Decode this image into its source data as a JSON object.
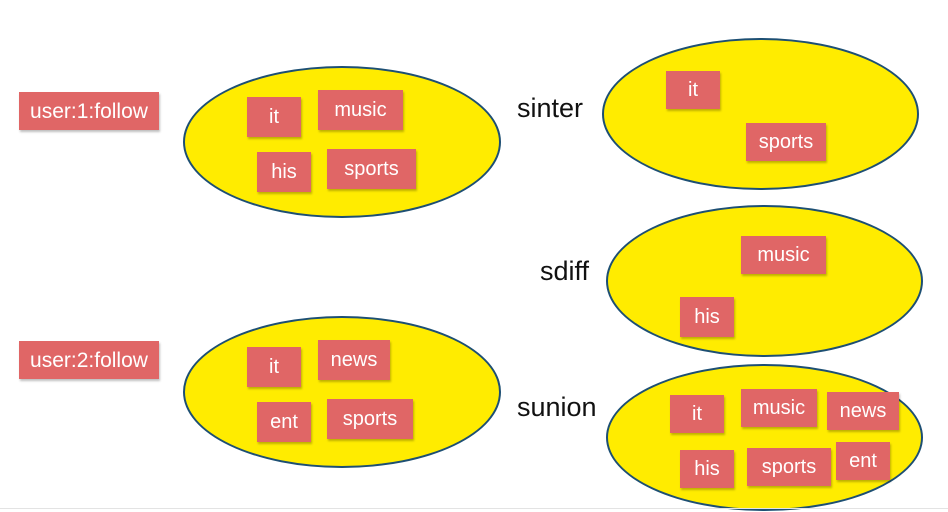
{
  "colors": {
    "set_fill": "#ffec00",
    "set_border": "#1d4f73",
    "tag_fill": "#e06666",
    "tag_text": "#ffffff",
    "operation_text": "#111111"
  },
  "keys": {
    "user1": "user:1:follow",
    "user2": "user:2:follow"
  },
  "sets": {
    "user1": [
      "it",
      "music",
      "his",
      "sports"
    ],
    "user2": [
      "it",
      "news",
      "ent",
      "sports"
    ]
  },
  "operations": {
    "sinter": {
      "label": "sinter",
      "members": [
        "it",
        "sports"
      ]
    },
    "sdiff": {
      "label": "sdiff",
      "members": [
        "music",
        "his"
      ]
    },
    "sunion": {
      "label": "sunion",
      "members": [
        "it",
        "music",
        "news",
        "his",
        "sports",
        "ent"
      ]
    }
  }
}
